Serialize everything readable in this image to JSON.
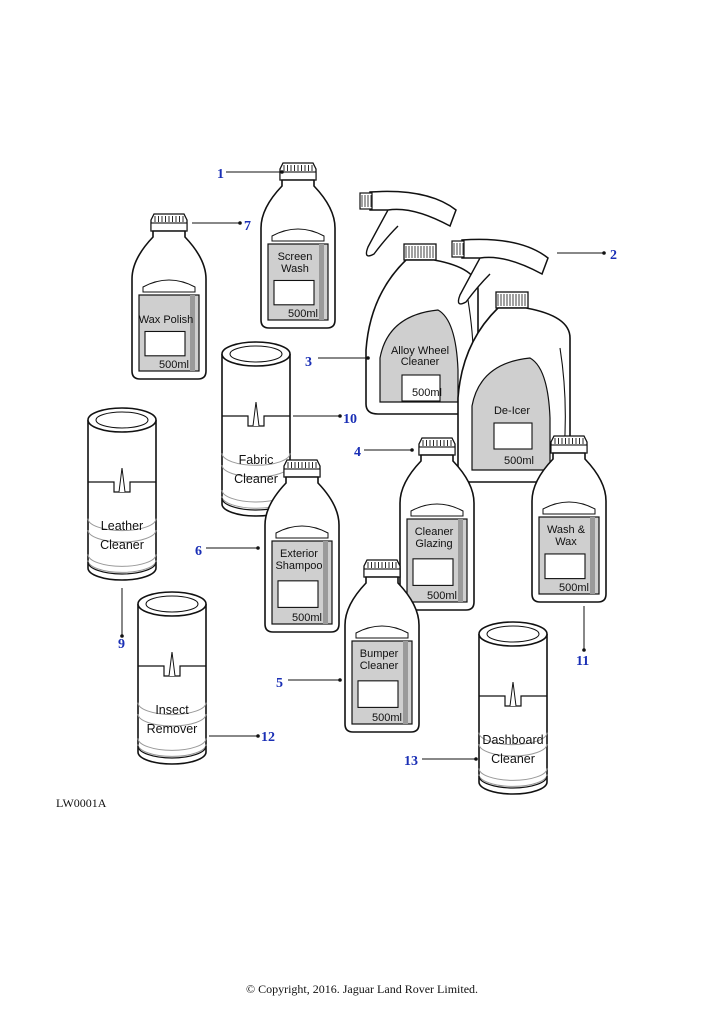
{
  "figure": {
    "ref_code": "LW0001A",
    "copyright": "© Copyright, 2016. Jaguar Land Rover Limited.",
    "callout_color": "#1a2fb5"
  },
  "items": [
    {
      "callout": "1",
      "label_lines": [
        "Screen",
        "Wash"
      ],
      "volume": "500ml"
    },
    {
      "callout": "2",
      "label_lines": [
        "De-Icer"
      ],
      "volume": "500ml"
    },
    {
      "callout": "3",
      "label_lines": [
        "Alloy Wheel",
        "Cleaner"
      ],
      "volume": "500ml"
    },
    {
      "callout": "4",
      "label_lines": [
        "Cleaner",
        "Glazing"
      ],
      "volume": "500ml"
    },
    {
      "callout": "5",
      "label_lines": [
        "Bumper",
        "Cleaner"
      ],
      "volume": "500ml"
    },
    {
      "callout": "6",
      "label_lines": [
        "Exterior",
        "Shampoo"
      ],
      "volume": "500ml"
    },
    {
      "callout": "7",
      "label_lines": [
        "Wax Polish"
      ],
      "volume": "500ml"
    },
    {
      "callout": "9",
      "label_lines": [
        "Leather",
        "Cleaner"
      ]
    },
    {
      "callout": "10",
      "label_lines": [
        "Fabric",
        "Cleaner"
      ]
    },
    {
      "callout": "11",
      "label_lines": [
        "Wash &",
        "Wax"
      ],
      "volume": "500ml"
    },
    {
      "callout": "12",
      "label_lines": [
        "Insect",
        "Remover"
      ]
    },
    {
      "callout": "13",
      "label_lines": [
        "Dashboard",
        "Cleaner"
      ]
    }
  ]
}
